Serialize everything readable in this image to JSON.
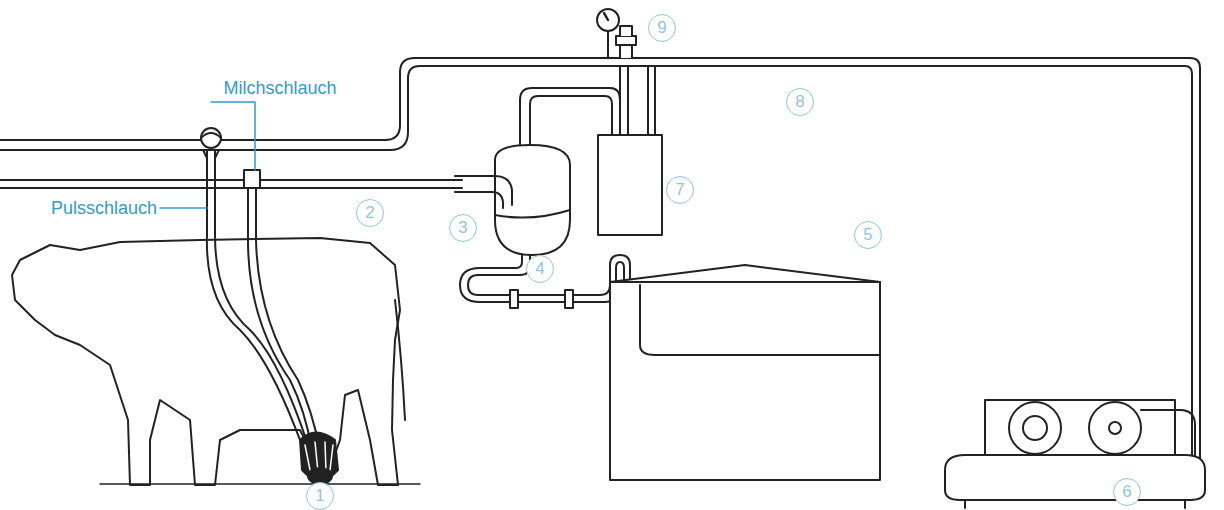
{
  "diagram": {
    "labels": [
      "9",
      "Milchschlauch",
      "8",
      "7",
      "Pulsschlauch",
      "2",
      "3",
      "5",
      "4",
      "1",
      "6"
    ]
  }
}
